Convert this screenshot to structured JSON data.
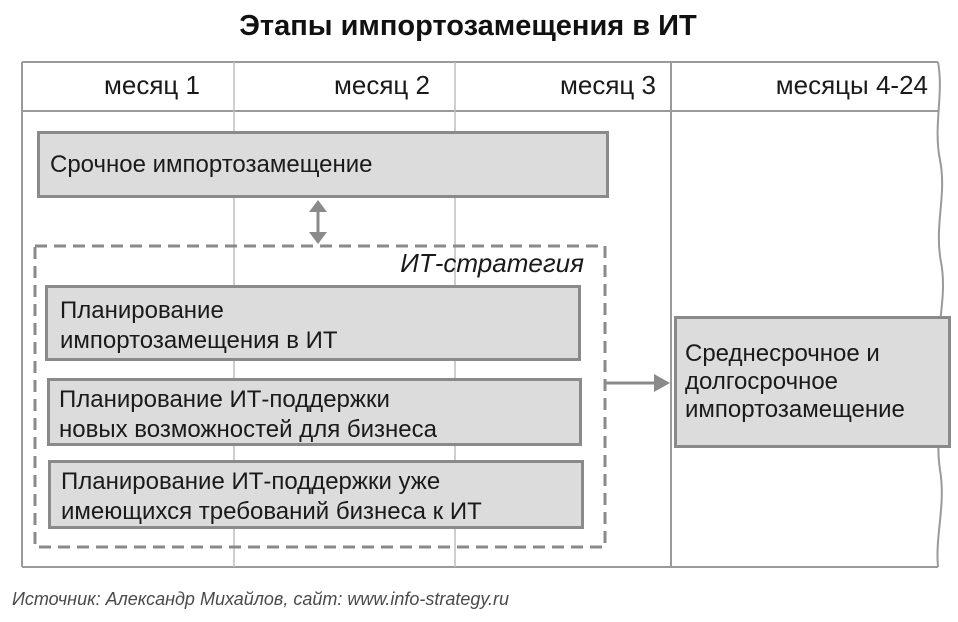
{
  "title": "Этапы импортозамещения в ИТ",
  "columns": [
    "месяц 1",
    "месяц 2",
    "месяц 3",
    "месяцы 4-24"
  ],
  "urgent_box": "Срочное импортозамещение",
  "strategy_label": "ИТ-стратегия",
  "planning_boxes": [
    [
      "Планирование",
      "импортозамещения в ИТ"
    ],
    [
      "Планирование ИТ-поддержки",
      "новых возможностей для бизнеса"
    ],
    [
      "Планирование ИТ-поддержки уже",
      "имеющихся требований бизнеса к ИТ"
    ]
  ],
  "long_term_box": [
    "Среднесрочное и",
    "долгосрочное",
    "импортозамещение"
  ],
  "source": "Источник: Александр Михайлов, сайт: www.info-strategy.ru",
  "colors": {
    "box_fill": "#dcdcdc",
    "box_border": "#8a8a8a",
    "grid": "#9a9a9a"
  }
}
